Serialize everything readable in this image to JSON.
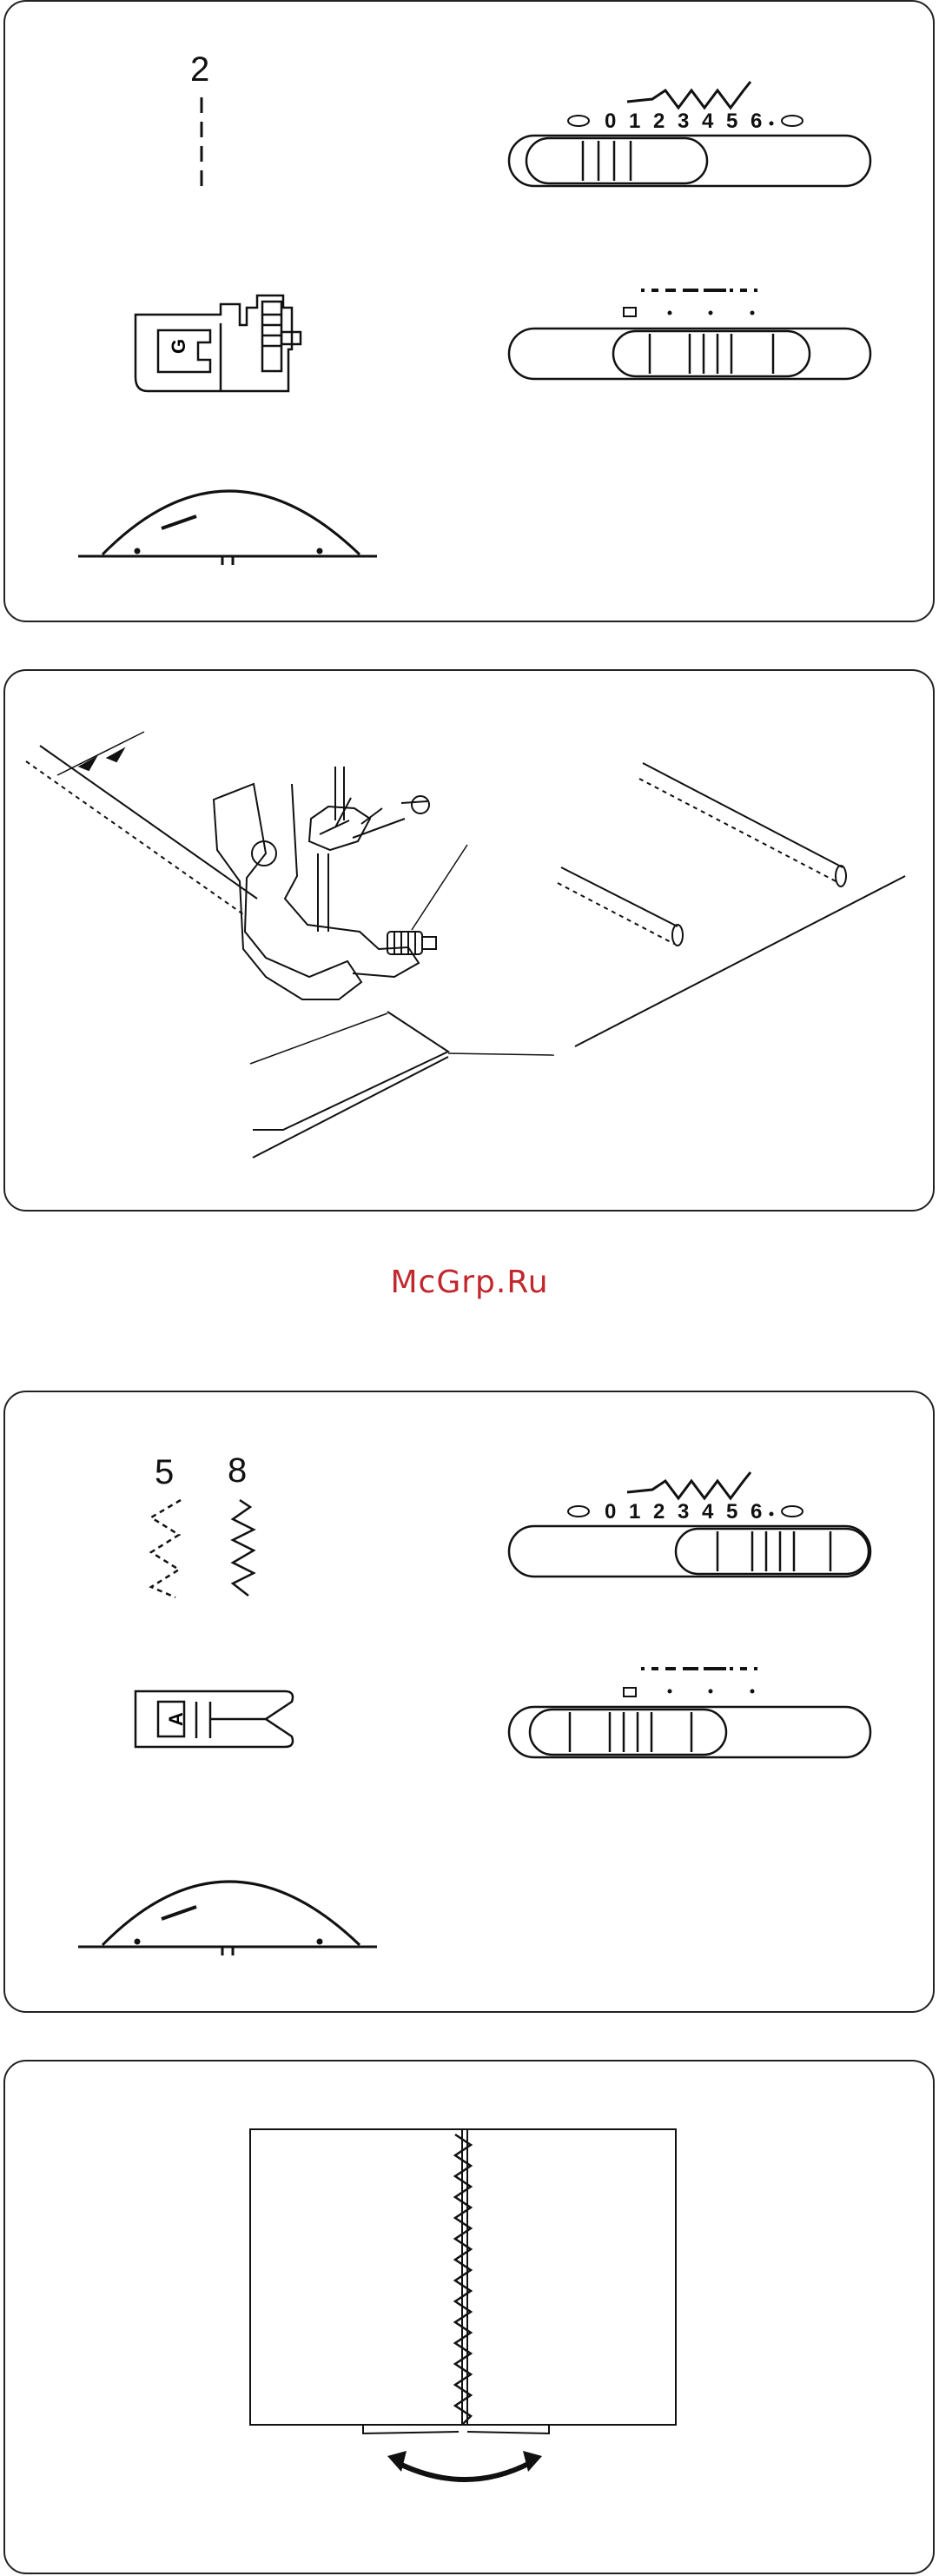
{
  "watermark": "McGrp.Ru",
  "panel1": {
    "stitch_pattern_number": "2",
    "width_dial_numbers": [
      "0",
      "1",
      "2",
      "3",
      "4",
      "5",
      "6"
    ],
    "presser_foot_letter": "G"
  },
  "panel3": {
    "stitch_pattern_numbers": [
      "5",
      "8"
    ],
    "width_dial_numbers": [
      "0",
      "1",
      "2",
      "3",
      "4",
      "5",
      "6"
    ],
    "presser_foot_letter": "A"
  }
}
